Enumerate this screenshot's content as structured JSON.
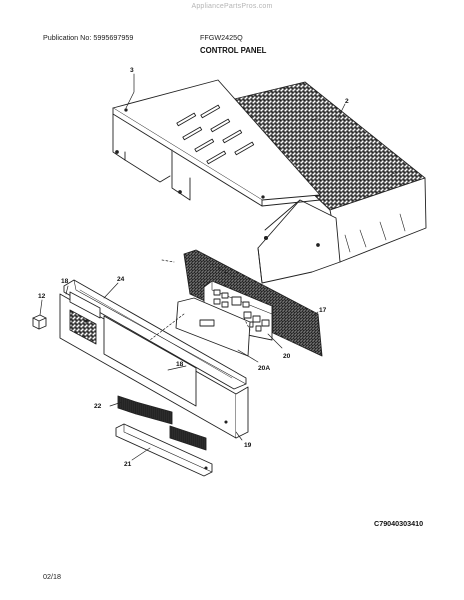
{
  "header": {
    "watermark": "AppliancePartsPros.com",
    "publication": "Publication No: 5995697959",
    "model": "FFGW2425Q",
    "section_title": "CONTROL PANEL"
  },
  "footer": {
    "figure_code": "C79040303410",
    "date": "02/18"
  },
  "callouts": {
    "p3": "3",
    "p2": "2",
    "p18a": "18",
    "p24": "24",
    "p12": "12",
    "p17": "17",
    "p20": "20",
    "p20a": "20A",
    "p18b": "18",
    "p22": "22",
    "p19": "19",
    "p21": "21"
  }
}
